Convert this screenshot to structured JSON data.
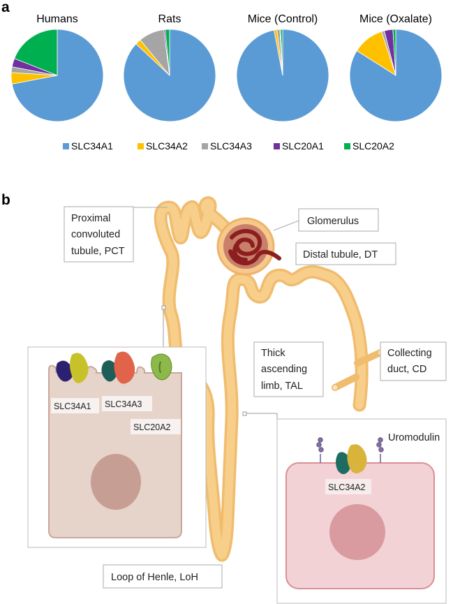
{
  "panel_a": {
    "letter": "a"
  },
  "panel_b": {
    "letter": "b"
  },
  "colors": {
    "SLC34A1": "#5b9bd5",
    "SLC34A2": "#ffc000",
    "SLC34A3": "#a5a5a5",
    "SLC20A1": "#7030a0",
    "SLC20A2": "#00b050"
  },
  "chart_data": {
    "type": "pie",
    "legend": {
      "placement": "bottom",
      "entries": [
        "SLC34A1",
        "SLC34A2",
        "SLC34A3",
        "SLC20A1",
        "SLC20A2"
      ]
    },
    "pies": [
      {
        "title": "Humans",
        "values": [
          72,
          4,
          2,
          3,
          19
        ]
      },
      {
        "title": "Rats",
        "values": [
          87,
          2,
          9,
          0.5,
          1.5
        ]
      },
      {
        "title": "Mice (Control)",
        "values": [
          97,
          1,
          1,
          0.3,
          0.7
        ]
      },
      {
        "title": "Mice (Oxalate)",
        "values": [
          84,
          11,
          1,
          3,
          1
        ]
      }
    ]
  },
  "diagram": {
    "labels": {
      "pct_line1": "Proximal",
      "pct_line2": "convoluted",
      "pct_line3": "tubule, PCT",
      "glomerulus": "Glomerulus",
      "dt": "Distal tubule, DT",
      "tal_line1": "Thick",
      "tal_line2": "ascending",
      "tal_line3": "limb, TAL",
      "cd_line1": "Collecting",
      "cd_line2": "duct, CD",
      "loh": "Loop of Henle, LoH",
      "uromodulin": "Uromodulin"
    },
    "pct_cell": {
      "slc34a1": "SLC34A1",
      "slc34a3": "SLC34A3",
      "slc20a2": "SLC20A2"
    },
    "tal_cell": {
      "slc34a2": "SLC34A2"
    }
  }
}
